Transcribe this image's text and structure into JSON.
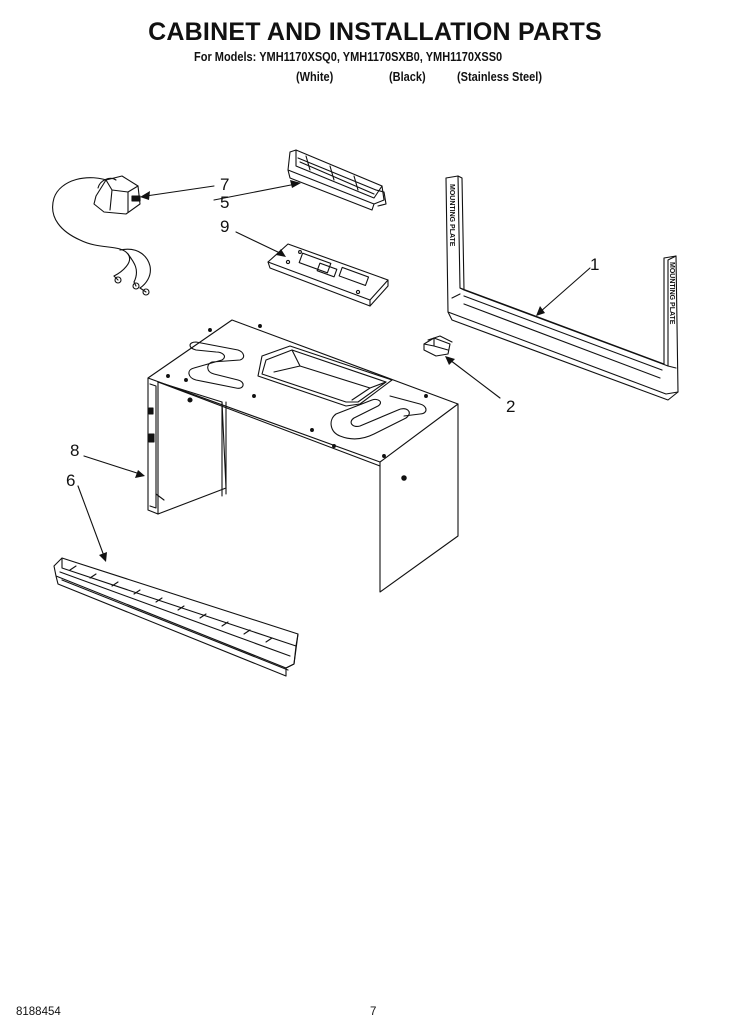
{
  "header": {
    "title": "CABINET AND INSTALLATION PARTS",
    "models": "For Models: YMH1170XSQ0, YMH1170SXB0, YMH1170XSS0",
    "variants": [
      "(White)",
      "(Black)",
      "(Stainless Steel)"
    ]
  },
  "callouts": [
    "1",
    "2",
    "5",
    "6",
    "7",
    "8",
    "9"
  ],
  "plate_lettering": [
    "MOUNTING PLATE",
    "MOUNTING PLATE"
  ],
  "footer": {
    "doc_number": "8188454",
    "page_number": "7"
  }
}
